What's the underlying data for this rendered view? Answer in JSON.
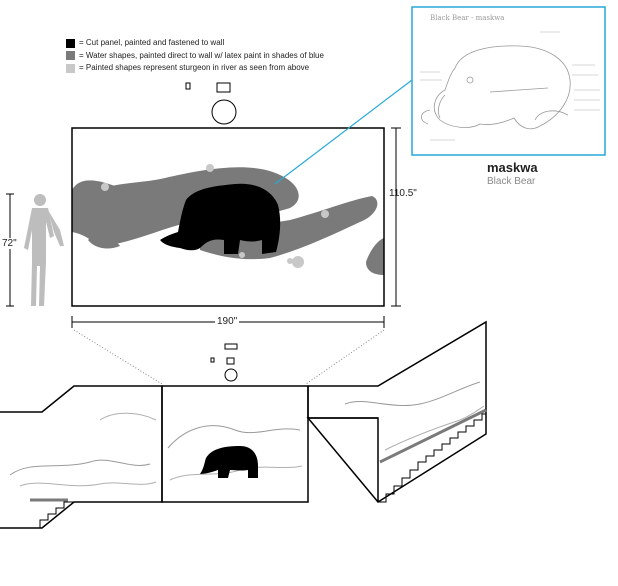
{
  "legend": {
    "items": [
      {
        "color": "#000000",
        "label": "= Cut panel, painted and fastened to wall"
      },
      {
        "color": "#7a7a7a",
        "label": "= Water shapes, painted direct to wall w/ latex paint in shades of blue"
      },
      {
        "color": "#c8c8c8",
        "label": "= Painted shapes represent sturgeon in river as seen from above"
      }
    ]
  },
  "dimensions": {
    "height_label": "110.5\"",
    "width_label": "190\"",
    "person_label": "72\""
  },
  "caption": {
    "title": "maskwa",
    "subtitle": "Black Bear"
  },
  "sketch": {
    "title": "Black Bear - maskwa"
  },
  "colors": {
    "accent_line": "#29a9d8",
    "bear": "#000000",
    "water": "#7a7a7a",
    "sturgeon": "#c8c8c8"
  }
}
